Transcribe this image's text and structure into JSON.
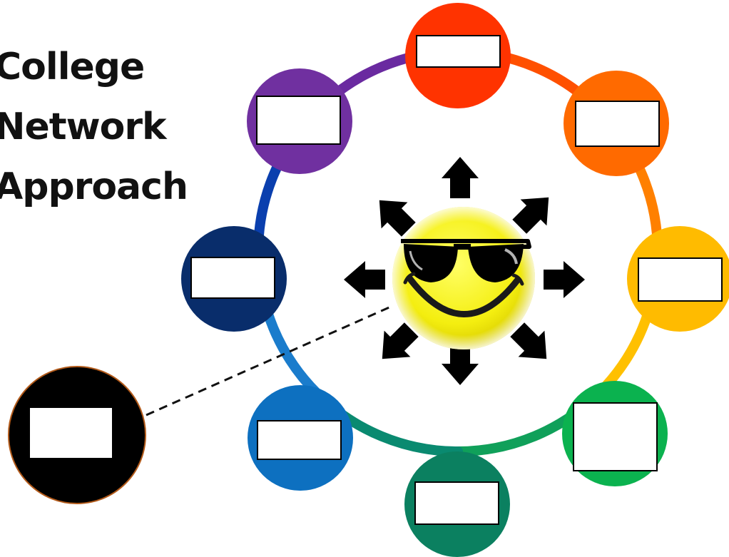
{
  "title": {
    "line1": "College",
    "line2": "Network",
    "line3": "Approach"
  },
  "ring_colors": {
    "red": "#ff3300",
    "orange": "#ff6a00",
    "amber": "#ffbb00",
    "green": "#0bb24f",
    "teal": "#0b8060",
    "blue": "#0d70c0",
    "navy": "#092d6b",
    "purple": "#7030a0"
  },
  "external_node_color": "#000000",
  "center_icon": "smiley-face-with-sunglasses-icon",
  "arrow_icon": "black-arrow-icon",
  "nodes": [
    {
      "name": "node-red",
      "color": "#ff3300",
      "label": ""
    },
    {
      "name": "node-orange",
      "color": "#ff6a00",
      "label": ""
    },
    {
      "name": "node-amber",
      "color": "#ffbb00",
      "label": ""
    },
    {
      "name": "node-green",
      "color": "#0bb24f",
      "label": ""
    },
    {
      "name": "node-teal",
      "color": "#0b8060",
      "label": ""
    },
    {
      "name": "node-blue",
      "color": "#0d70c0",
      "label": ""
    },
    {
      "name": "node-navy",
      "color": "#092d6b",
      "label": ""
    },
    {
      "name": "node-purple",
      "color": "#7030a0",
      "label": ""
    }
  ]
}
